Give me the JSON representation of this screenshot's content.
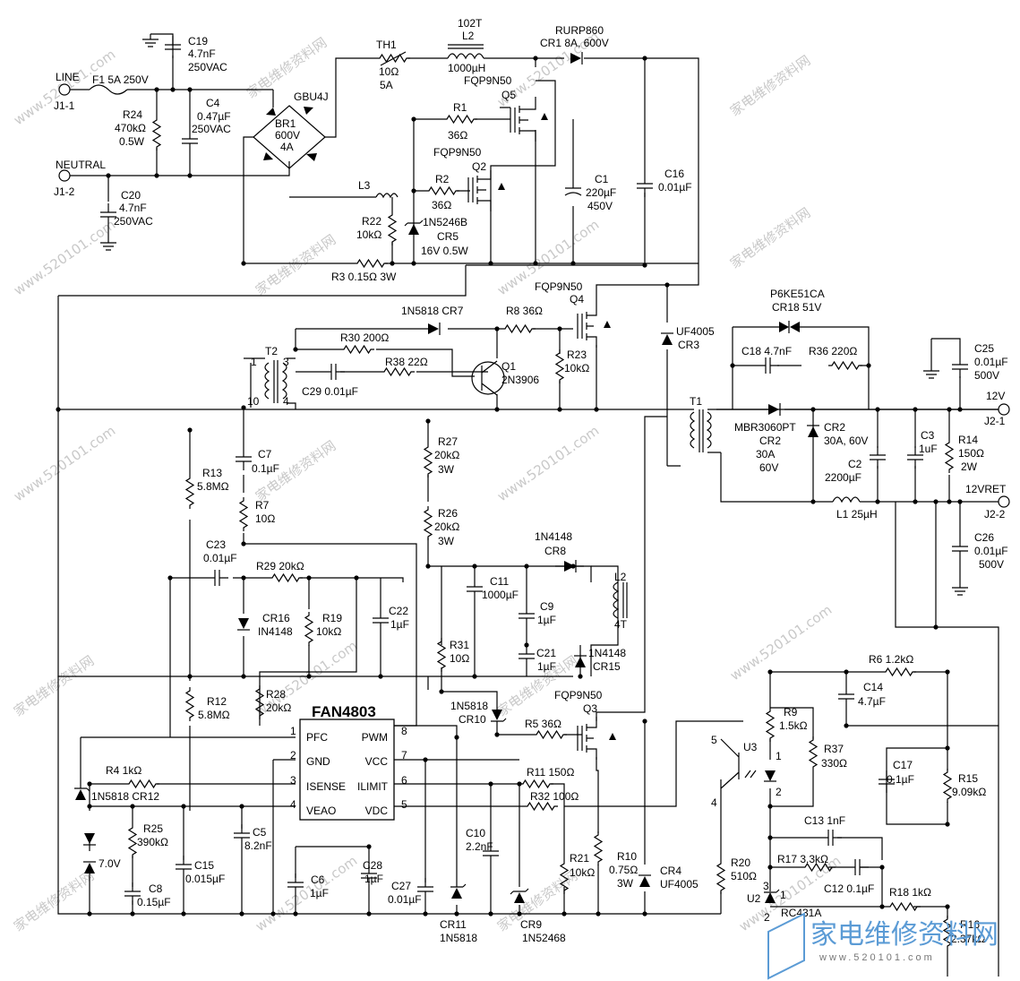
{
  "ic": {
    "name": "FAN4803",
    "pins": [
      {
        "n": "1",
        "l": "PFC"
      },
      {
        "n": "2",
        "l": "GND"
      },
      {
        "n": "3",
        "l": "ISENSE"
      },
      {
        "n": "4",
        "l": "VEAO"
      },
      {
        "n": "8",
        "l": "PWM"
      },
      {
        "n": "7",
        "l": "VCC"
      },
      {
        "n": "6",
        "l": "ILIMIT"
      },
      {
        "n": "5",
        "l": "VDC"
      }
    ]
  },
  "labels": [
    {
      "id": "line",
      "t": "LINE"
    },
    {
      "id": "j11",
      "t": "J1-1"
    },
    {
      "id": "neutral",
      "t": "NEUTRAL"
    },
    {
      "id": "j12",
      "t": "J1-2"
    },
    {
      "id": "f1",
      "t": "F1 5A  250V"
    },
    {
      "id": "r24a",
      "t": "R24"
    },
    {
      "id": "r24b",
      "t": "470kΩ"
    },
    {
      "id": "r24c",
      "t": "0.5W"
    },
    {
      "id": "c19a",
      "t": "C19"
    },
    {
      "id": "c19b",
      "t": "4.7nF"
    },
    {
      "id": "c19c",
      "t": "250VAC"
    },
    {
      "id": "c4a",
      "t": "C4"
    },
    {
      "id": "c4b",
      "t": "0.47µF"
    },
    {
      "id": "c4c",
      "t": "250VAC"
    },
    {
      "id": "c20a",
      "t": "C20"
    },
    {
      "id": "c20b",
      "t": "4.7nF"
    },
    {
      "id": "c20c",
      "t": "250VAC"
    },
    {
      "id": "gbu",
      "t": "GBU4J"
    },
    {
      "id": "br1a",
      "t": "BR1"
    },
    {
      "id": "br1b",
      "t": "600V"
    },
    {
      "id": "br1c",
      "t": "4A"
    },
    {
      "id": "th1a",
      "t": "TH1"
    },
    {
      "id": "th1b",
      "t": "10Ω"
    },
    {
      "id": "th1c",
      "t": "5A"
    },
    {
      "id": "l2a",
      "t": "102T"
    },
    {
      "id": "l2b",
      "t": "L2"
    },
    {
      "id": "l2c",
      "t": "1000µH"
    },
    {
      "id": "cr1a",
      "t": "RURP860"
    },
    {
      "id": "cr1b",
      "t": "CR1  8A, 600V"
    },
    {
      "id": "q5a",
      "t": "FQP9N50"
    },
    {
      "id": "q5b",
      "t": "Q5"
    },
    {
      "id": "r1a",
      "t": "R1"
    },
    {
      "id": "r1b",
      "t": "36Ω"
    },
    {
      "id": "q2a",
      "t": "FQP9N50"
    },
    {
      "id": "q2b",
      "t": "Q2"
    },
    {
      "id": "r2a",
      "t": "R2"
    },
    {
      "id": "r2b",
      "t": "36Ω"
    },
    {
      "id": "c1a",
      "t": "C1"
    },
    {
      "id": "c1b",
      "t": "220µF"
    },
    {
      "id": "c1c",
      "t": "450V"
    },
    {
      "id": "c16a",
      "t": "C16"
    },
    {
      "id": "c16b",
      "t": "0.01µF"
    },
    {
      "id": "l3",
      "t": "L3"
    },
    {
      "id": "r22a",
      "t": "R22"
    },
    {
      "id": "r22b",
      "t": "10kΩ"
    },
    {
      "id": "cr5a",
      "t": "1N5246B"
    },
    {
      "id": "cr5b",
      "t": "CR5"
    },
    {
      "id": "cr5c",
      "t": "16V  0.5W"
    },
    {
      "id": "r3",
      "t": "R3 0.15Ω 3W"
    },
    {
      "id": "q4a",
      "t": "FQP9N50"
    },
    {
      "id": "q4b",
      "t": "Q4"
    },
    {
      "id": "cr7",
      "t": "1N5818 CR7"
    },
    {
      "id": "r8",
      "t": "R8 36Ω"
    },
    {
      "id": "r30",
      "t": "R30 200Ω"
    },
    {
      "id": "r38",
      "t": "R38 22Ω"
    },
    {
      "id": "q1a",
      "t": "Q1"
    },
    {
      "id": "q1b",
      "t": "2N3906"
    },
    {
      "id": "r23a",
      "t": "R23"
    },
    {
      "id": "r23b",
      "t": "10kΩ"
    },
    {
      "id": "t2",
      "t": "T2"
    },
    {
      "id": "p1",
      "t": "1"
    },
    {
      "id": "p3",
      "t": "3"
    },
    {
      "id": "p10",
      "t": "10"
    },
    {
      "id": "p4",
      "t": "4"
    },
    {
      "id": "c29",
      "t": "C29 0.01µF"
    },
    {
      "id": "cr3a",
      "t": "UF4005"
    },
    {
      "id": "cr3b",
      "t": "CR3"
    },
    {
      "id": "cr18a",
      "t": "P6KE51CA"
    },
    {
      "id": "cr18b",
      "t": "CR18 51V"
    },
    {
      "id": "c18",
      "t": "C18 4.7nF"
    },
    {
      "id": "r36",
      "t": "R36 220Ω"
    },
    {
      "id": "c25a",
      "t": "C25"
    },
    {
      "id": "c25b",
      "t": "0.01µF"
    },
    {
      "id": "c25c",
      "t": "500V"
    },
    {
      "id": "v12",
      "t": "12V"
    },
    {
      "id": "j21",
      "t": "J2-1"
    },
    {
      "id": "t1",
      "t": "T1"
    },
    {
      "id": "mbr",
      "t": "MBR3060PT"
    },
    {
      "id": "cr2a",
      "t": "CR2"
    },
    {
      "id": "cr2b",
      "t": "30A"
    },
    {
      "id": "cr2c",
      "t": "60V"
    },
    {
      "id": "cr2d",
      "t": "CR2"
    },
    {
      "id": "cr2e",
      "t": "30A, 60V"
    },
    {
      "id": "c2a",
      "t": "C2"
    },
    {
      "id": "c2b",
      "t": "2200µF"
    },
    {
      "id": "c3a",
      "t": "C3"
    },
    {
      "id": "c3b",
      "t": "1uF"
    },
    {
      "id": "r14a",
      "t": "R14"
    },
    {
      "id": "r14b",
      "t": "150Ω"
    },
    {
      "id": "r14c",
      "t": "2W"
    },
    {
      "id": "l1",
      "t": "L1 25µH"
    },
    {
      "id": "v12ret",
      "t": "12VRET"
    },
    {
      "id": "j22",
      "t": "J2-2"
    },
    {
      "id": "c26a",
      "t": "C26"
    },
    {
      "id": "c26b",
      "t": "0.01µF"
    },
    {
      "id": "c26c",
      "t": "500V"
    },
    {
      "id": "c7a",
      "t": "C7"
    },
    {
      "id": "c7b",
      "t": "0.1µF"
    },
    {
      "id": "r7a",
      "t": "R7"
    },
    {
      "id": "r7b",
      "t": "10Ω"
    },
    {
      "id": "r13a",
      "t": "R13"
    },
    {
      "id": "r13b",
      "t": "5.8MΩ"
    },
    {
      "id": "r27a",
      "t": "R27"
    },
    {
      "id": "r27b",
      "t": "20kΩ"
    },
    {
      "id": "r27c",
      "t": "3W"
    },
    {
      "id": "r26a",
      "t": "R26"
    },
    {
      "id": "r26b",
      "t": "20kΩ"
    },
    {
      "id": "r26c",
      "t": "3W"
    },
    {
      "id": "c23a",
      "t": "C23"
    },
    {
      "id": "c23b",
      "t": "0.01µF"
    },
    {
      "id": "r29",
      "t": "R29  20kΩ"
    },
    {
      "id": "cr16a",
      "t": "CR16"
    },
    {
      "id": "cr16b",
      "t": "IN4148"
    },
    {
      "id": "r19a",
      "t": "R19"
    },
    {
      "id": "r19b",
      "t": "10kΩ"
    },
    {
      "id": "c22a",
      "t": "C22"
    },
    {
      "id": "c22b",
      "t": "1µF"
    },
    {
      "id": "cr8a",
      "t": "1N4148"
    },
    {
      "id": "cr8b",
      "t": "CR8"
    },
    {
      "id": "c11a",
      "t": "C11"
    },
    {
      "id": "c11b",
      "t": "1000µF"
    },
    {
      "id": "c9a",
      "t": "C9"
    },
    {
      "id": "c9b",
      "t": "1µF"
    },
    {
      "id": "c21a",
      "t": "C21"
    },
    {
      "id": "c21b",
      "t": "1µF"
    },
    {
      "id": "l2ba",
      "t": "L2"
    },
    {
      "id": "l2bb",
      "t": "4T"
    },
    {
      "id": "cr15a",
      "t": "1N4148"
    },
    {
      "id": "cr15b",
      "t": "CR15"
    },
    {
      "id": "r31a",
      "t": "R31"
    },
    {
      "id": "r31b",
      "t": "10Ω"
    },
    {
      "id": "cr10a",
      "t": "1N5818"
    },
    {
      "id": "cr10b",
      "t": "CR10"
    },
    {
      "id": "q3a",
      "t": "FQP9N50"
    },
    {
      "id": "q3b",
      "t": "Q3"
    },
    {
      "id": "r5",
      "t": "R5 36Ω"
    },
    {
      "id": "r12a",
      "t": "R12"
    },
    {
      "id": "r12b",
      "t": "5.8MΩ"
    },
    {
      "id": "r28a",
      "t": "R28"
    },
    {
      "id": "r28b",
      "t": "20kΩ"
    },
    {
      "id": "r4",
      "t": "R4 1kΩ"
    },
    {
      "id": "cr12",
      "t": "1N5818 CR12"
    },
    {
      "id": "r11",
      "t": "R11 150Ω"
    },
    {
      "id": "r32",
      "t": "R32 100Ω"
    },
    {
      "id": "v7",
      "t": "7.0V"
    },
    {
      "id": "r25a",
      "t": "R25"
    },
    {
      "id": "r25b",
      "t": "390kΩ"
    },
    {
      "id": "c15a",
      "t": "C15"
    },
    {
      "id": "c15b",
      "t": "0.015µF"
    },
    {
      "id": "c8a",
      "t": "C8"
    },
    {
      "id": "c8b",
      "t": "0.15µF"
    },
    {
      "id": "c5a",
      "t": "C5"
    },
    {
      "id": "c5b",
      "t": "8.2nF"
    },
    {
      "id": "c6a",
      "t": "C6"
    },
    {
      "id": "c6b",
      "t": "1µF"
    },
    {
      "id": "c28a",
      "t": "C28"
    },
    {
      "id": "c28b",
      "t": "1µF"
    },
    {
      "id": "c27a",
      "t": "C27"
    },
    {
      "id": "c27b",
      "t": "0.01µF"
    },
    {
      "id": "c10a",
      "t": "C10"
    },
    {
      "id": "c10b",
      "t": "2.2nF"
    },
    {
      "id": "cr11a",
      "t": "CR11"
    },
    {
      "id": "cr11b",
      "t": "1N5818"
    },
    {
      "id": "cr9a",
      "t": "CR9"
    },
    {
      "id": "cr9b",
      "t": "1N52468"
    },
    {
      "id": "r21a",
      "t": "R21"
    },
    {
      "id": "r21b",
      "t": "10kΩ"
    },
    {
      "id": "r10a",
      "t": "R10"
    },
    {
      "id": "r10b",
      "t": "0.75Ω"
    },
    {
      "id": "r10c",
      "t": "3W"
    },
    {
      "id": "cr4a",
      "t": "CR4"
    },
    {
      "id": "cr4b",
      "t": "UF4005"
    },
    {
      "id": "r20a",
      "t": "R20"
    },
    {
      "id": "r20b",
      "t": "510Ω"
    },
    {
      "id": "u3",
      "t": "U3"
    },
    {
      "id": "u3p5",
      "t": "5"
    },
    {
      "id": "u3p4",
      "t": "4"
    },
    {
      "id": "u3p1",
      "t": "1"
    },
    {
      "id": "u3p2",
      "t": "2"
    },
    {
      "id": "r9a",
      "t": "R9"
    },
    {
      "id": "r9b",
      "t": "1.5kΩ"
    },
    {
      "id": "r37a",
      "t": "R37"
    },
    {
      "id": "r37b",
      "t": "330Ω"
    },
    {
      "id": "r6",
      "t": "R6 1.2kΩ"
    },
    {
      "id": "c14a",
      "t": "C14"
    },
    {
      "id": "c14b",
      "t": "4.7µF"
    },
    {
      "id": "c17a",
      "t": "C17"
    },
    {
      "id": "c17b",
      "t": "0.1µF"
    },
    {
      "id": "r15a",
      "t": "R15"
    },
    {
      "id": "r15b",
      "t": "9.09kΩ"
    },
    {
      "id": "c13",
      "t": "C13 1nF"
    },
    {
      "id": "r17",
      "t": "R17 3.3kΩ"
    },
    {
      "id": "c12",
      "t": "C12 0.1µF"
    },
    {
      "id": "r18",
      "t": "R18 1kΩ"
    },
    {
      "id": "u2a",
      "t": "U2"
    },
    {
      "id": "u2b",
      "t": "RC431A"
    },
    {
      "id": "u2p1",
      "t": "1"
    },
    {
      "id": "u2p2",
      "t": "2"
    },
    {
      "id": "u2p3",
      "t": "3"
    },
    {
      "id": "r16a",
      "t": "R16"
    },
    {
      "id": "r16b",
      "t": "2.37kΩ"
    }
  ],
  "watermark": {
    "url": "www.520101.com",
    "cn": "家电维修资料网"
  },
  "logo": {
    "cn": "家电维修资料网",
    "url": "www.520101.com"
  }
}
